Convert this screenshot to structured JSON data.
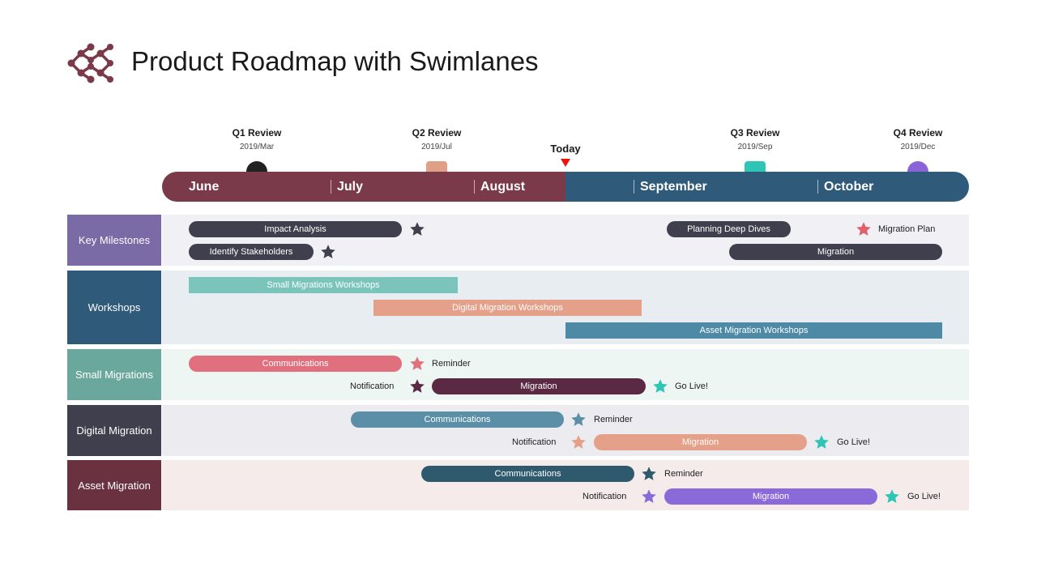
{
  "title": "Product Roadmap with Swimlanes",
  "milestones": [
    {
      "id": "q1",
      "title": "Q1 Review",
      "date": "2019/Mar",
      "color": "#222222",
      "shape": "circle"
    },
    {
      "id": "q2",
      "title": "Q2 Review",
      "date": "2019/Jul",
      "color": "#e0a088",
      "shape": "square"
    },
    {
      "id": "q3",
      "title": "Q3 Review",
      "date": "2019/Sep",
      "color": "#2ec4b6",
      "shape": "square"
    },
    {
      "id": "q4",
      "title": "Q4 Review",
      "date": "2019/Dec",
      "color": "#8a63d6",
      "shape": "circle"
    }
  ],
  "today": {
    "label": "Today",
    "color": "#ee1111"
  },
  "timeline": {
    "past_color": "#7b3a4a",
    "future_color": "#2f5a7a",
    "months": [
      "June",
      "July",
      "August",
      "September",
      "October"
    ]
  },
  "lanes": [
    {
      "id": "key-milestones",
      "label": "Key Milestones",
      "color": "#7a6aa6",
      "bg": "#f1f0f5",
      "bars": [
        {
          "label": "Impact Analysis",
          "color": "#3f3f4d"
        },
        {
          "label": "Identify Stakeholders",
          "color": "#3f3f4d"
        },
        {
          "label": "Planning Deep Dives",
          "color": "#3f3f4d"
        },
        {
          "label": "Migration",
          "color": "#3f3f4d"
        }
      ],
      "stars": [
        {
          "color": "#3f3f4d"
        },
        {
          "color": "#3f3f4d"
        },
        {
          "color": "#e0606e",
          "label": "Migration Plan"
        }
      ]
    },
    {
      "id": "workshops",
      "label": "Workshops",
      "color": "#2f5a7a",
      "bg": "#e8edf1",
      "bars": [
        {
          "label": "Small Migrations Workshops",
          "color": "#7ac4bc"
        },
        {
          "label": "Digital Migration Workshops",
          "color": "#e4a088"
        },
        {
          "label": "Asset Migration Workshops",
          "color": "#4e89a6"
        }
      ]
    },
    {
      "id": "small-migrations",
      "label": "Small Migrations",
      "color": "#6aa89e",
      "bg": "#eef6f4",
      "bars": [
        {
          "label": "Communications",
          "color": "#e0707e"
        },
        {
          "label": "Migration",
          "color": "#5a2a44"
        }
      ],
      "stars": [
        {
          "color": "#e0707e",
          "label": "Reminder"
        },
        {
          "color": "#5a2a44",
          "label": "Notification"
        },
        {
          "color": "#2ec4b6",
          "label": "Go Live!"
        }
      ]
    },
    {
      "id": "digital-migration",
      "label": "Digital Migration",
      "color": "#3f3f4d",
      "bg": "#ececf0",
      "bars": [
        {
          "label": "Communications",
          "color": "#5b8fa8"
        },
        {
          "label": "Migration",
          "color": "#e4a088"
        }
      ],
      "stars": [
        {
          "color": "#5b8fa8",
          "label": "Reminder"
        },
        {
          "color": "#e4a088",
          "label": "Notification"
        },
        {
          "color": "#2ec4b6",
          "label": "Go Live!"
        }
      ]
    },
    {
      "id": "asset-migration",
      "label": "Asset Migration",
      "color": "#6a3240",
      "bg": "#f5ebeb",
      "bars": [
        {
          "label": "Communications",
          "color": "#2f5a6e"
        },
        {
          "label": "Migration",
          "color": "#8a6ad8"
        }
      ],
      "stars": [
        {
          "color": "#2f5a6e",
          "label": "Reminder"
        },
        {
          "color": "#8a6ad8",
          "label": "Notification"
        },
        {
          "color": "#2ec4b6",
          "label": "Go Live!"
        }
      ]
    }
  ],
  "icons": {
    "logo": "roadmap-logo-icon",
    "star": "star-icon"
  }
}
